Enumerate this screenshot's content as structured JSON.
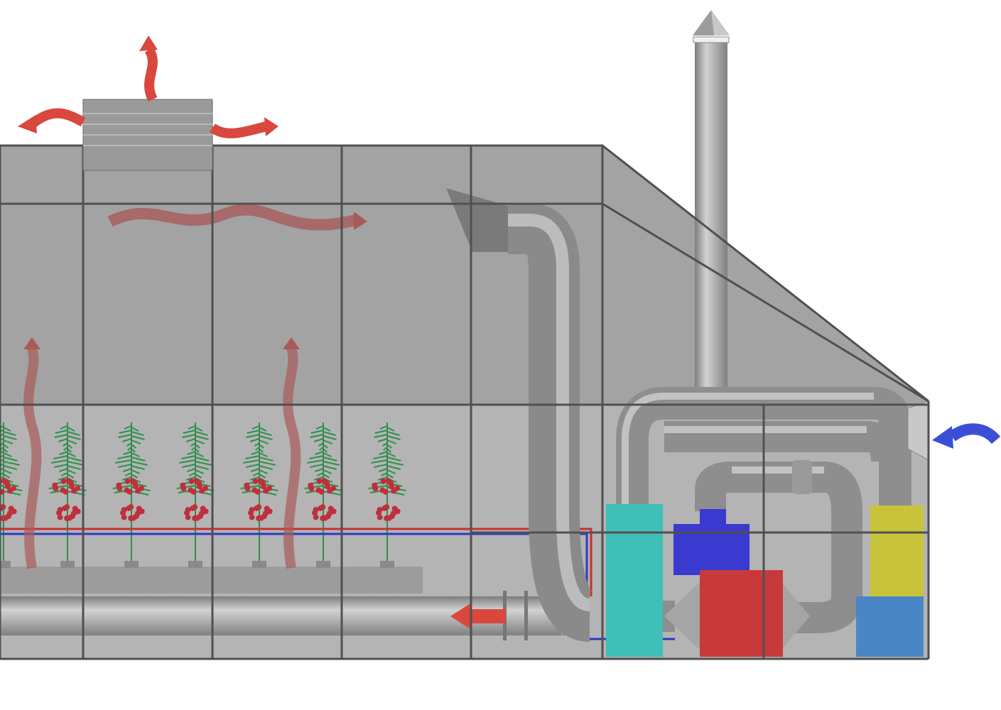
{
  "diagram": {
    "subject": "greenhouse-heating-ventilation-system",
    "colors": {
      "background": "#ffffff",
      "greenhouse_upper": "#a3a3a3",
      "greenhouse_lower": "#b4b4b4",
      "frame": "#505050",
      "pipe": "#9a9a9a",
      "pipe_highlight": "#cfcfcf",
      "hot_air_arrow": "#d9473f",
      "warm_air_arrow": "#a85a5a",
      "cold_air_arrow": "#3b4fd6",
      "cyan_unit": "#3fbfb8",
      "blue_unit": "#3a3ad0",
      "red_unit": "#c83a3a",
      "yellow_tank": "#c8c43a",
      "blue_tank": "#4a86c6",
      "plant_leaf": "#2f8f4f",
      "tomato": "#c0303a",
      "bench": "#9c9c9c",
      "heating_pipe_red": "#c83030",
      "heating_pipe_blue": "#2a3ac8"
    },
    "icons": [
      "hot-air-arrow",
      "cold-air-arrow",
      "tomato-plant",
      "chimney",
      "roof-vent"
    ]
  }
}
